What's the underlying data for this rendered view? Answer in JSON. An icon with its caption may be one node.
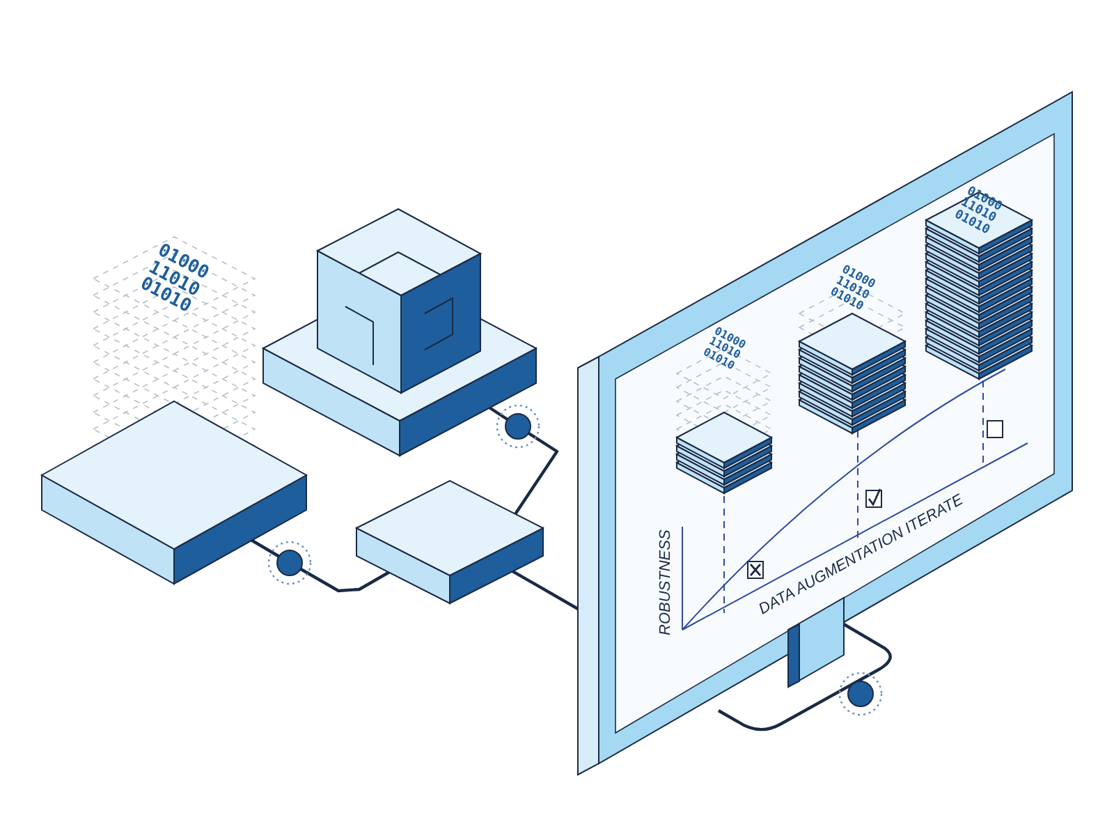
{
  "diagram": {
    "nodes": [
      {
        "text": [],
        "shape": "diamond"
      },
      {
        "text": [],
        "shape": "diamond"
      },
      {
        "text": [],
        "shape": "diamond"
      },
      {
        "text": [],
        "shape": "picture"
      }
    ],
    "edges": [
      {
        "from": 0,
        "to": 2,
        "arrow": "none"
      },
      {
        "from": 1,
        "to": 2,
        "arrow": "none"
      },
      {
        "from": 2,
        "to": 3,
        "arrow": "none"
      }
    ],
    "labels": [
      "01000 11010 01010",
      "01000 11010 01010",
      "01000 11010 01010",
      "01000 11010 01010",
      "ROBUSTNESS",
      "DATA AUGMENTATION ITERATE"
    ]
  }
}
